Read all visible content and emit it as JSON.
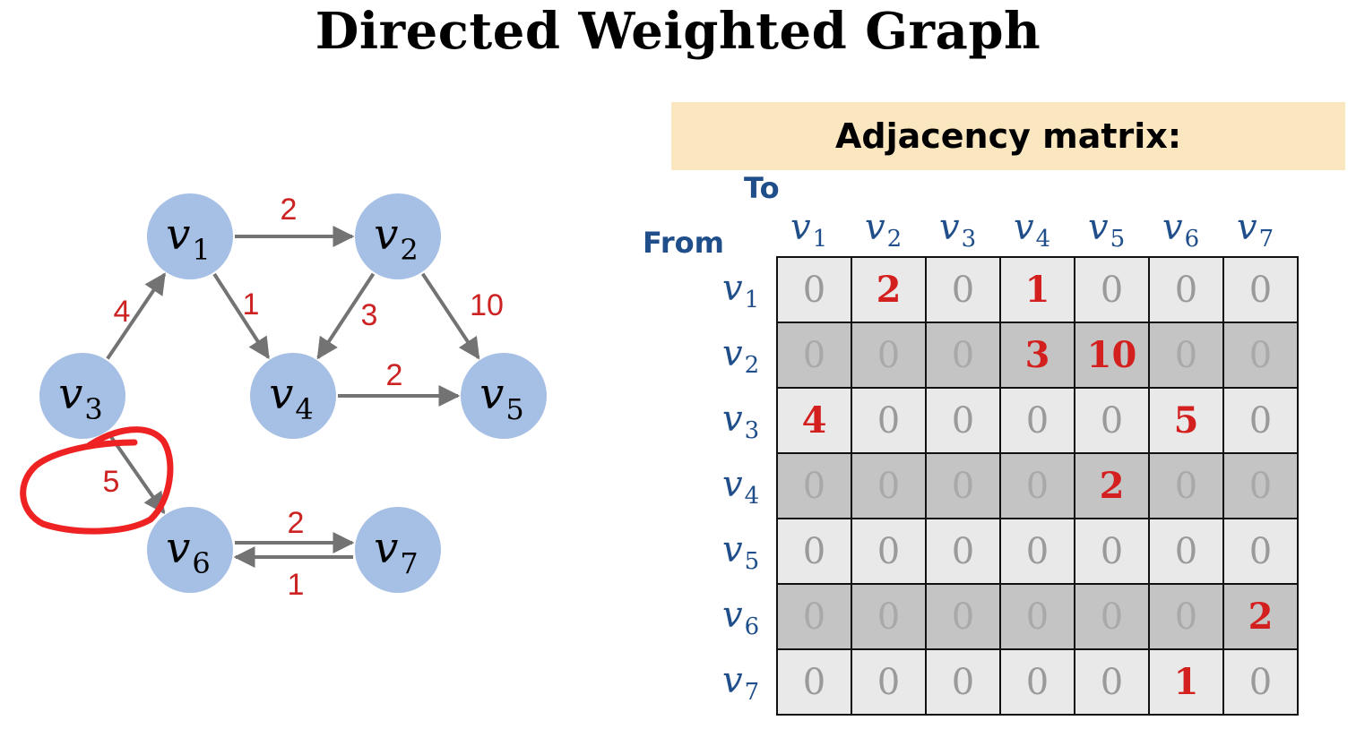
{
  "title": "Directed Weighted Graph",
  "banner": "Adjacency matrix:",
  "axis": {
    "to": "To",
    "from": "From"
  },
  "colors": {
    "node": "#a6bfe4",
    "edge": "#737373",
    "weight": "#cc2222",
    "annotation": "#ee2222",
    "header": "#1f4e8a",
    "banner": "#fbe7bf"
  },
  "graph": {
    "nodes": [
      {
        "id": "v1",
        "letter": "v",
        "sub": "1"
      },
      {
        "id": "v2",
        "letter": "v",
        "sub": "2"
      },
      {
        "id": "v3",
        "letter": "v",
        "sub": "3"
      },
      {
        "id": "v4",
        "letter": "v",
        "sub": "4"
      },
      {
        "id": "v5",
        "letter": "v",
        "sub": "5"
      },
      {
        "id": "v6",
        "letter": "v",
        "sub": "6"
      },
      {
        "id": "v7",
        "letter": "v",
        "sub": "7"
      }
    ],
    "edges": [
      {
        "from": "v1",
        "to": "v2",
        "weight": "2"
      },
      {
        "from": "v1",
        "to": "v4",
        "weight": "1"
      },
      {
        "from": "v2",
        "to": "v4",
        "weight": "3"
      },
      {
        "from": "v2",
        "to": "v5",
        "weight": "10"
      },
      {
        "from": "v3",
        "to": "v1",
        "weight": "4"
      },
      {
        "from": "v3",
        "to": "v6",
        "weight": "5"
      },
      {
        "from": "v4",
        "to": "v5",
        "weight": "2"
      },
      {
        "from": "v6",
        "to": "v7",
        "weight": "2"
      },
      {
        "from": "v7",
        "to": "v6",
        "weight": "1"
      }
    ],
    "annotation": "hand-drawn red circle around edge weight 5"
  },
  "matrix": {
    "col_headers": [
      {
        "letter": "v",
        "sub": "1"
      },
      {
        "letter": "v",
        "sub": "2"
      },
      {
        "letter": "v",
        "sub": "3"
      },
      {
        "letter": "v",
        "sub": "4"
      },
      {
        "letter": "v",
        "sub": "5"
      },
      {
        "letter": "v",
        "sub": "6"
      },
      {
        "letter": "v",
        "sub": "7"
      }
    ],
    "rows": [
      {
        "header": {
          "letter": "v",
          "sub": "1"
        },
        "cells": [
          "0",
          "2",
          "0",
          "1",
          "0",
          "0",
          "0"
        ]
      },
      {
        "header": {
          "letter": "v",
          "sub": "2"
        },
        "cells": [
          "0",
          "0",
          "0",
          "3",
          "10",
          "0",
          "0"
        ]
      },
      {
        "header": {
          "letter": "v",
          "sub": "3"
        },
        "cells": [
          "4",
          "0",
          "0",
          "0",
          "0",
          "5",
          "0"
        ]
      },
      {
        "header": {
          "letter": "v",
          "sub": "4"
        },
        "cells": [
          "0",
          "0",
          "0",
          "0",
          "2",
          "0",
          "0"
        ]
      },
      {
        "header": {
          "letter": "v",
          "sub": "5"
        },
        "cells": [
          "0",
          "0",
          "0",
          "0",
          "0",
          "0",
          "0"
        ]
      },
      {
        "header": {
          "letter": "v",
          "sub": "6"
        },
        "cells": [
          "0",
          "0",
          "0",
          "0",
          "0",
          "0",
          "2"
        ]
      },
      {
        "header": {
          "letter": "v",
          "sub": "7"
        },
        "cells": [
          "0",
          "0",
          "0",
          "0",
          "0",
          "1",
          "0"
        ]
      }
    ]
  }
}
